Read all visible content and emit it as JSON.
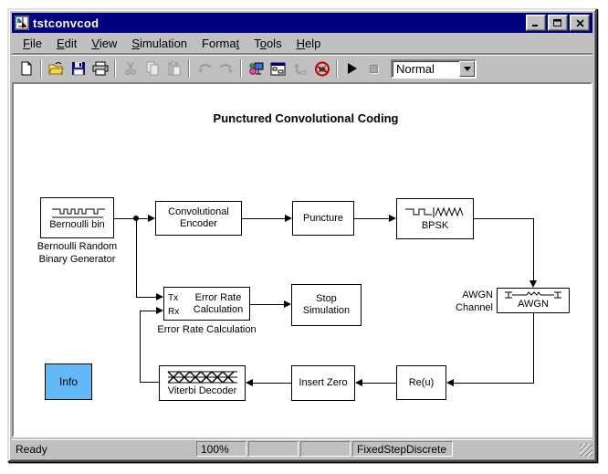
{
  "window": {
    "title": "tstconvcod",
    "titlebar_color": "#000080",
    "chrome_color": "#c0c0c0"
  },
  "menu": {
    "items": [
      {
        "pre": "",
        "accel": "F",
        "post": "ile"
      },
      {
        "pre": "",
        "accel": "E",
        "post": "dit"
      },
      {
        "pre": "",
        "accel": "V",
        "post": "iew"
      },
      {
        "pre": "",
        "accel": "S",
        "post": "imulation"
      },
      {
        "pre": "Forma",
        "accel": "t",
        "post": ""
      },
      {
        "pre": "T",
        "accel": "o",
        "post": "ols"
      },
      {
        "pre": "",
        "accel": "H",
        "post": "elp"
      }
    ]
  },
  "toolbar": {
    "mode_value": "Normal",
    "icons": [
      "new-icon",
      "open-icon",
      "save-icon",
      "print-icon",
      "cut-icon",
      "copy-icon",
      "paste-icon",
      "undo-icon",
      "redo-icon",
      "library-browser-icon",
      "model-browser-icon",
      "up-to-parent-icon",
      "debugger-icon",
      "play-icon",
      "stop-icon",
      "dropdown-arrow-icon"
    ]
  },
  "diagram": {
    "title": "Punctured Convolutional Coding",
    "blocks": {
      "bernoulli": {
        "label": "Bernoulli bin",
        "caption_line1": "Bernoulli Random",
        "caption_line2": "Binary Generator"
      },
      "conv_encoder": {
        "line1": "Convolutional",
        "line2": "Encoder"
      },
      "puncture": {
        "label": "Puncture"
      },
      "bpsk": {
        "label": "BPSK"
      },
      "awgn": {
        "label": "AWGN",
        "caption_line1": "AWGN",
        "caption_line2": "Channel"
      },
      "error_rate": {
        "port_tx": "Tx",
        "port_rx": "Rx",
        "line1": "Error Rate",
        "line2": "Calculation",
        "caption": "Error Rate Calculation"
      },
      "stop_sim": {
        "line1": "Stop",
        "line2": "Simulation"
      },
      "info": {
        "label": "Info",
        "color": "#63b8f7"
      },
      "viterbi": {
        "label": "Viterbi Decoder"
      },
      "insert_zero": {
        "label": "Insert Zero"
      },
      "reu": {
        "label": "Re(u)"
      }
    }
  },
  "status": {
    "ready": "Ready",
    "zoom": "100%",
    "panel2": "",
    "panel3": "",
    "solver": "FixedStepDiscrete"
  }
}
